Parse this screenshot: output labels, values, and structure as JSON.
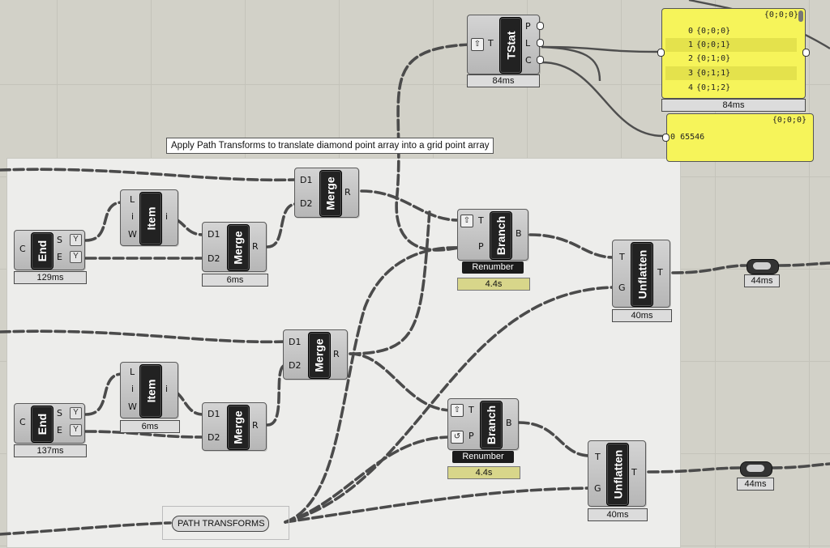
{
  "tooltip": "Apply Path Transforms to translate diamond point array into a grid point array",
  "tstat": {
    "nickname": "TStat",
    "inputs": [
      "T"
    ],
    "outputs": [
      "P",
      "L",
      "C"
    ],
    "time": "84ms"
  },
  "panel_top": {
    "header": "{0;0;0}",
    "rows": [
      {
        "index": "0",
        "value": "{0;0;0}"
      },
      {
        "index": "1",
        "value": "{0;0;1}"
      },
      {
        "index": "2",
        "value": "{0;1;0}"
      },
      {
        "index": "3",
        "value": "{0;1;1}"
      },
      {
        "index": "4",
        "value": "{0;1;2}"
      }
    ],
    "time": "84ms"
  },
  "panel_bottom": {
    "header": "{0;0;0}",
    "rows": [
      {
        "index": "0",
        "value": "65546"
      }
    ]
  },
  "end1": {
    "nickname": "End",
    "inputs": [
      "C"
    ],
    "outputs": [
      "S",
      "E"
    ],
    "time": "129ms"
  },
  "end2": {
    "nickname": "End",
    "inputs": [
      "C"
    ],
    "outputs": [
      "S",
      "E"
    ],
    "time": "137ms"
  },
  "item1": {
    "nickname": "Item",
    "inputs": [
      "L",
      "i",
      "W"
    ],
    "outputs": [
      "i"
    ]
  },
  "item2": {
    "nickname": "Item",
    "inputs": [
      "L",
      "i",
      "W"
    ],
    "outputs": [
      "i"
    ],
    "time": "6ms"
  },
  "merge1": {
    "nickname": "Merge",
    "inputs": [
      "D1",
      "D2"
    ],
    "outputs": [
      "R"
    ],
    "time": "6ms"
  },
  "merge2": {
    "nickname": "Merge",
    "inputs": [
      "D1",
      "D2"
    ],
    "outputs": [
      "R"
    ]
  },
  "merge3": {
    "nickname": "Merge",
    "inputs": [
      "D1",
      "D2"
    ],
    "outputs": [
      "R"
    ]
  },
  "merge4": {
    "nickname": "Merge",
    "inputs": [
      "D1",
      "D2"
    ],
    "outputs": [
      "R"
    ]
  },
  "branch1": {
    "nickname": "Branch",
    "inputs": [
      "T",
      "P"
    ],
    "outputs": [
      "B"
    ],
    "label": "Renumber",
    "time": "4.4s"
  },
  "branch2": {
    "nickname": "Branch",
    "inputs": [
      "T",
      "P"
    ],
    "outputs": [
      "B"
    ],
    "label": "Renumber",
    "time": "4.4s"
  },
  "unflatten1": {
    "nickname": "Unflatten",
    "inputs": [
      "T",
      "G"
    ],
    "outputs": [
      "T"
    ],
    "time": "40ms"
  },
  "unflatten2": {
    "nickname": "Unflatten",
    "inputs": [
      "T",
      "G"
    ],
    "outputs": [
      "T"
    ],
    "time": "40ms"
  },
  "relay1": {
    "time": "44ms"
  },
  "relay2": {
    "time": "44ms"
  },
  "path_param": {
    "label": "PATH TRANSFORMS"
  },
  "icons": {
    "flatten": "up-arrow-icon",
    "graft": "graft-y-icon",
    "reverse": "reverse-icon"
  }
}
